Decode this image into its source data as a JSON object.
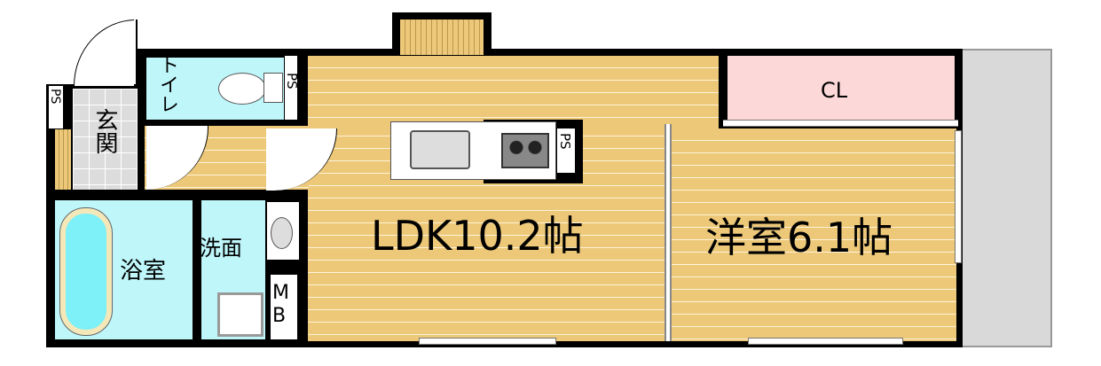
{
  "rooms": {
    "toilet": "トイレ",
    "entrance": "玄関",
    "bath": "浴室",
    "washroom": "洗面",
    "ldk": "LDK10.2帖",
    "bedroom": "洋室6.1帖",
    "closet": "CL",
    "mb": "MB",
    "ps": "PS"
  },
  "colors": {
    "wood": "#ecc878",
    "water": "#bff6fa",
    "closet": "#fcd8d8",
    "balcony": "#d9d9d9"
  }
}
